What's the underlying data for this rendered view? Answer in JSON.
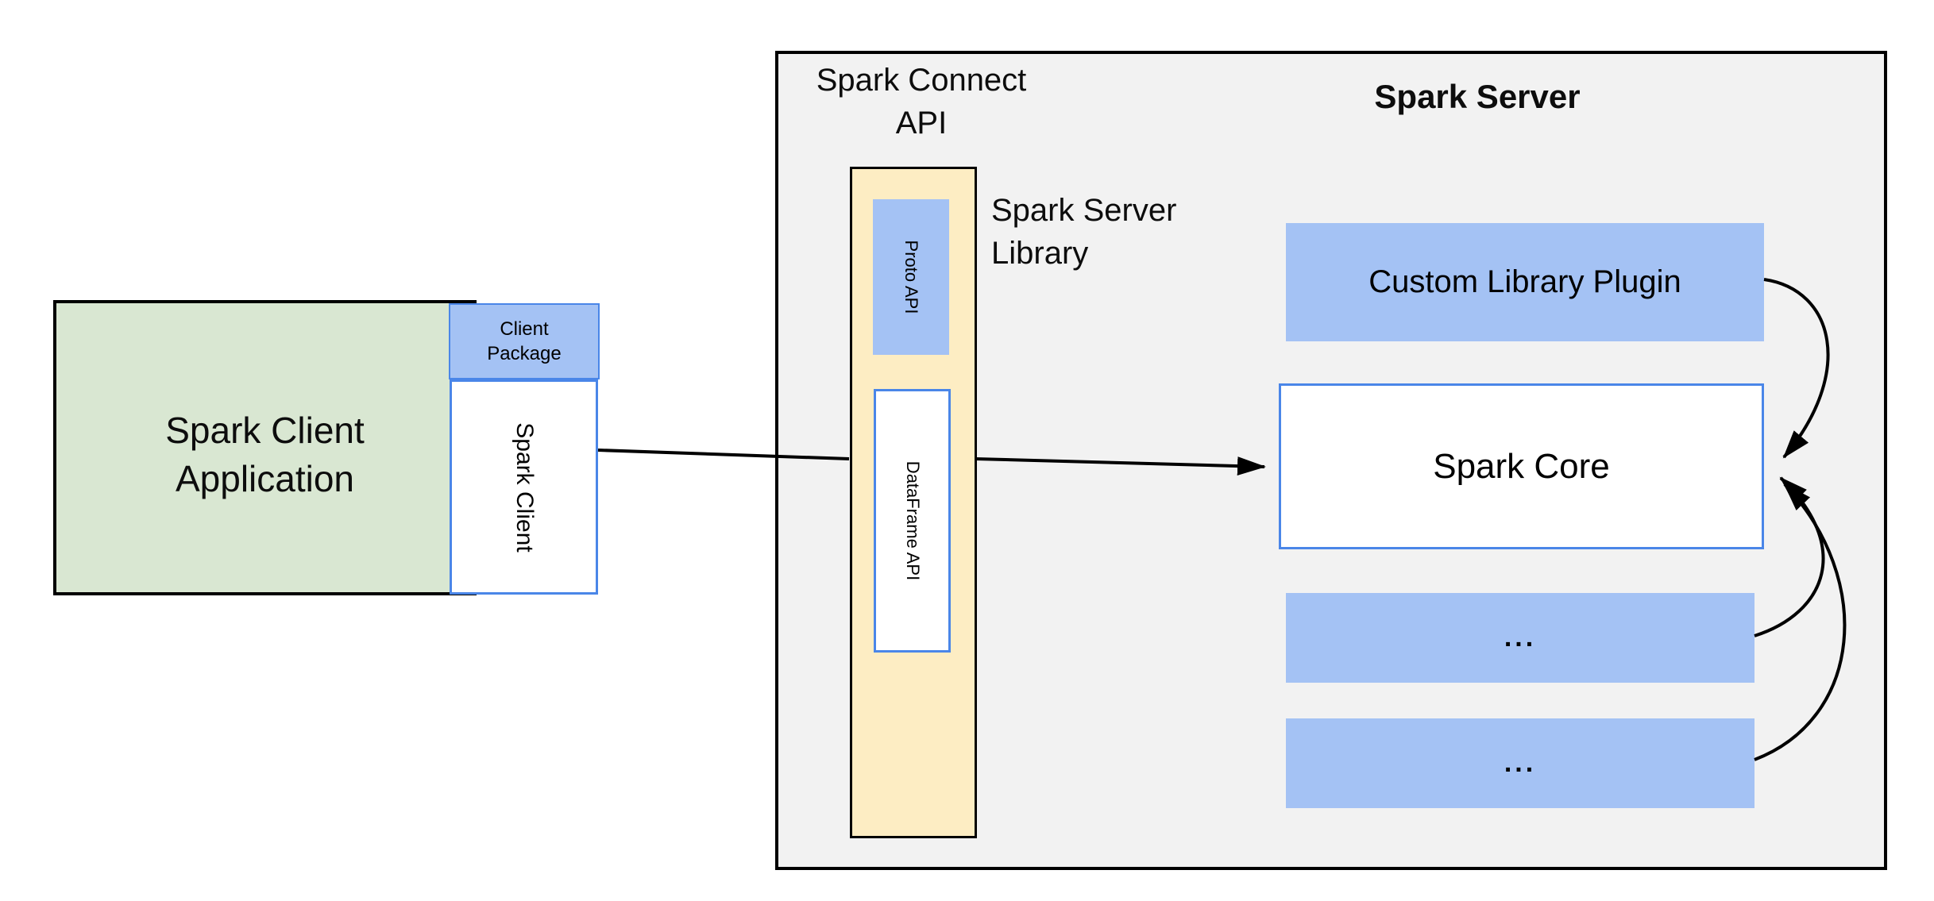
{
  "client_application": {
    "title_line1": "Spark Client",
    "title_line2": "Application"
  },
  "client_package": {
    "label_line1": "Client",
    "label_line2": "Package"
  },
  "spark_client_box": {
    "label": "Spark Client"
  },
  "spark_connect_api_label": {
    "line1": "Spark Connect",
    "line2": "API"
  },
  "spark_server": {
    "title": "Spark Server"
  },
  "spark_server_library_label": {
    "line1": "Spark Server",
    "line2": "Library"
  },
  "proto_api_box": {
    "label": "Proto API"
  },
  "dataframe_api_box": {
    "label": "DataFrame API"
  },
  "custom_library_plugin_box": {
    "label": "Custom Library Plugin"
  },
  "spark_core_box": {
    "label": "Spark Core"
  },
  "plugin_placeholder_boxes": [
    {
      "label": "..."
    },
    {
      "label": "..."
    }
  ],
  "colors": {
    "client_app_fill": "#d9e7d2",
    "accent_blue_fill": "#a4c2f4",
    "accent_blue_border": "#4a86e8",
    "server_library_fill": "#fdedc3",
    "server_container_fill": "#f2f2f2",
    "line_black": "#000000"
  }
}
